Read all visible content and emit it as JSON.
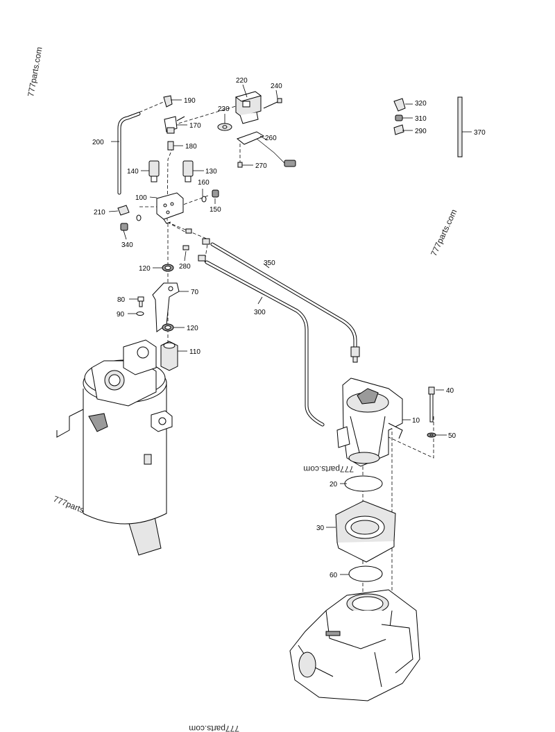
{
  "watermarks": [
    "777parts.com",
    "777parts.com",
    "777parts.com",
    "777parts.com",
    "777parts.com"
  ],
  "callouts": {
    "c10": "10",
    "c20": "20",
    "c30": "30",
    "c40": "40",
    "c50": "50",
    "c60": "60",
    "c70": "70",
    "c80": "80",
    "c90": "90",
    "c100": "100",
    "c110": "110",
    "c120a": "120",
    "c120b": "120",
    "c130": "130",
    "c140": "140",
    "c150": "150",
    "c160": "160",
    "c170": "170",
    "c180": "180",
    "c190": "190",
    "c200": "200",
    "c210": "210",
    "c220": "220",
    "c230": "230",
    "c240": "240",
    "c260": "260",
    "c270": "270",
    "c280": "280",
    "c290": "290",
    "c300": "300",
    "c310": "310",
    "c320": "320",
    "c340": "340",
    "c350": "350",
    "c370": "370"
  }
}
